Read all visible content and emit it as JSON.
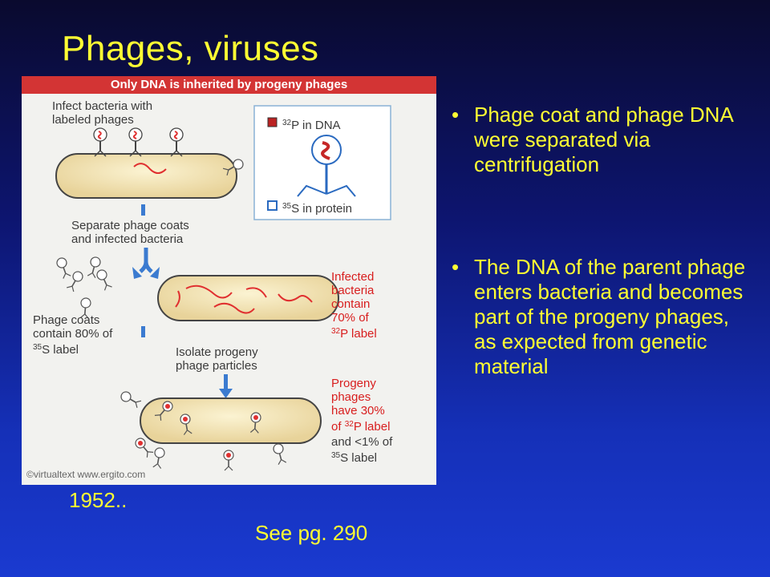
{
  "title": "Phages, viruses",
  "figure": {
    "header": "Only DNA is inherited by progeny phages",
    "infect_label": "Infect bacteria with\nlabeled phages",
    "legend_dna": "P in DNA",
    "legend_dna_isotope": "32",
    "legend_protein": "S in protein",
    "legend_protein_isotope": "35",
    "separate_label": "Separate phage coats\nand infected bacteria",
    "coats_label": "Phage coats\ncontain 80% of",
    "coats_isotope": "35",
    "coats_unit": "S label",
    "infected_label": "Infected\nbacteria\ncontain\n70% of",
    "infected_isotope": "32",
    "infected_unit": "P label",
    "isolate_label": "Isolate progeny\nphage particles",
    "progeny_label": "Progeny\nphages\nhave 30%\nof",
    "progeny_isotope_p": "32",
    "progeny_unit_p": "P label",
    "progeny_and": "and <1% of",
    "progeny_isotope_s": "35",
    "progeny_unit_s": "S label",
    "watermark": "©virtualtext www.ergito.com",
    "colors": {
      "header": "#d33434",
      "bacterium": "#f5e8b8",
      "dna": "#e03030",
      "arrow": "#3b7bd0"
    }
  },
  "bullets": [
    "Phage coat and phage DNA were separated via centrifugation",
    "The DNA of the parent phage enters bacteria and  becomes part of the progeny phages, as expected from genetic material"
  ],
  "year": "1952..",
  "reference": "See pg. 290"
}
